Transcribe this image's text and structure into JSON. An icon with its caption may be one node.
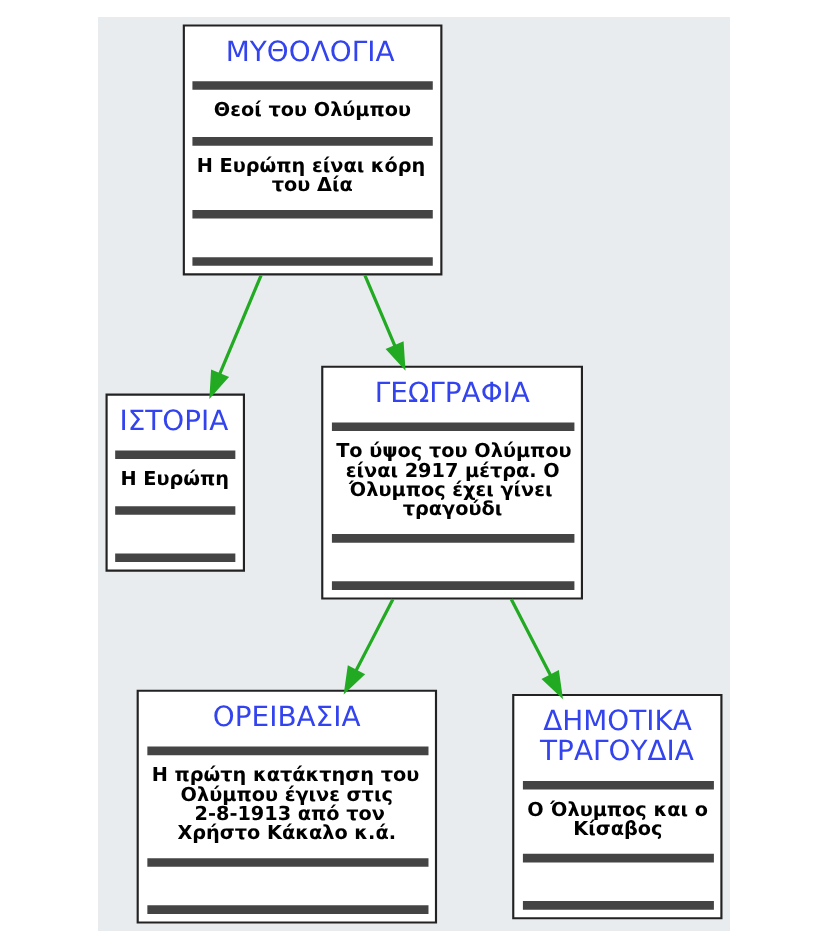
{
  "diagram": {
    "nodes": [
      {
        "text": [
          "ΜΥΘΟΛΟΓΙΑ",
          "Θεοί του Ολύμπου",
          "Η Ευρώπη είναι κόρη του Δία"
        ]
      },
      {
        "text": [
          "ΙΣΤΟΡΙΑ",
          "Η Ευρώπη"
        ]
      },
      {
        "text": [
          "ΓΕΩΓΡΑΦΙΑ",
          "Το ύψος του Ολύμπου είναι 2917 μέτρα. Ο Όλυμπος έχει γίνει τραγούδι"
        ]
      },
      {
        "text": [
          "ΟΡΕΙΒΑΣΙΑ",
          "Η πρώτη κατάκτηση του Ολύμπου έγινε στις 2-8-1913 από τον Χρήστο Κάκαλο κ.ά."
        ]
      },
      {
        "text": [
          "ΔΗΜΟΤΙΚΑ ΤΡΑΓΟΥΔΙΑ",
          "Ο Όλυμπος και ο Κίσαβος"
        ]
      }
    ],
    "edges": [
      {
        "from": 0,
        "to": 1,
        "arrow": "to"
      },
      {
        "from": 0,
        "to": 2,
        "arrow": "to"
      },
      {
        "from": 2,
        "to": 3,
        "arrow": "to"
      },
      {
        "from": 2,
        "to": 4,
        "arrow": "to"
      }
    ]
  }
}
